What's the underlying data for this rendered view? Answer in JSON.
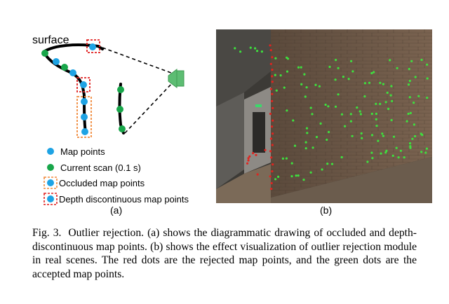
{
  "figure_a": {
    "surface_label": "surface",
    "legend": [
      {
        "key": "map",
        "label": "Map points"
      },
      {
        "key": "scan",
        "label": "Current scan (0.1 s)"
      },
      {
        "key": "occluded",
        "label": "Occluded map points"
      },
      {
        "key": "discontinuous",
        "label": "Depth discontinuous map points"
      }
    ],
    "sublabel": "(a)"
  },
  "figure_b": {
    "sublabel": "(b)"
  },
  "colors": {
    "map_point": "#1ea3e4",
    "scan_point": "#18a64a",
    "occluded_box": "#f08a3c",
    "discontinuous_box": "#e02020",
    "sensor": "#5dbd73",
    "rejected_dot": "#e0241f",
    "accepted_dot": "#3ee03e"
  },
  "caption": {
    "fig_num": "Fig. 3.",
    "text": "Outlier rejection. (a) shows the diagrammatic drawing of occluded and depth-discontinuous map points. (b) shows the effect visualization of outlier rejection module in real scenes. The red dots are the rejected map points, and the green dots are the accepted map points."
  }
}
